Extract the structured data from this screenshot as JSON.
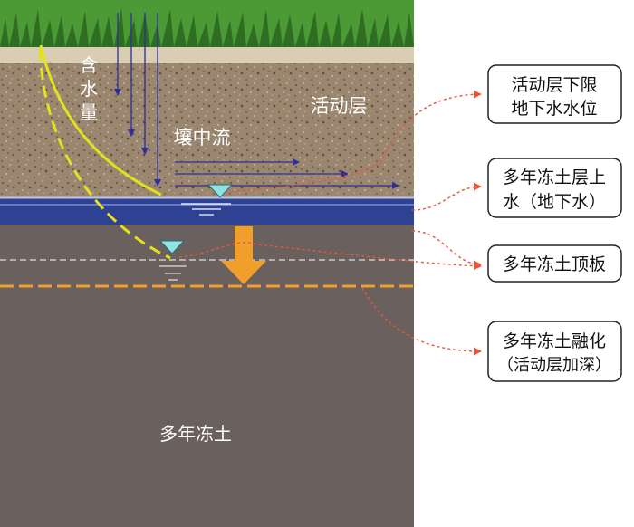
{
  "labels": {
    "active_layer": "活动层",
    "soil_flow": "壤中流",
    "water_content": [
      "含",
      "水",
      "量"
    ],
    "permafrost": "多年冻土"
  },
  "callouts": [
    {
      "lines": [
        "活动层下限",
        "地下水水位"
      ]
    },
    {
      "lines": [
        "多年冻土层上",
        "水（地下水）"
      ]
    },
    {
      "lines": [
        "多年冻土顶板"
      ]
    },
    {
      "lines": [
        "多年冻土融化",
        "（活动层加深）"
      ]
    }
  ],
  "colors": {
    "grass": "#3f8a2c",
    "sand": "#d9cdb4",
    "active_layer_soil": "#9b8670",
    "water_layer": "#2e4192",
    "permafrost": "#6a605d",
    "water_content_curve": "#e3e21a",
    "thaw_arrow": "#f0a02a",
    "callout_arrow": "#e8563c",
    "flow_arrow": "#2d2f9a"
  },
  "icons": [
    "water-table-triangle-icon",
    "thaw-down-arrow-icon"
  ]
}
